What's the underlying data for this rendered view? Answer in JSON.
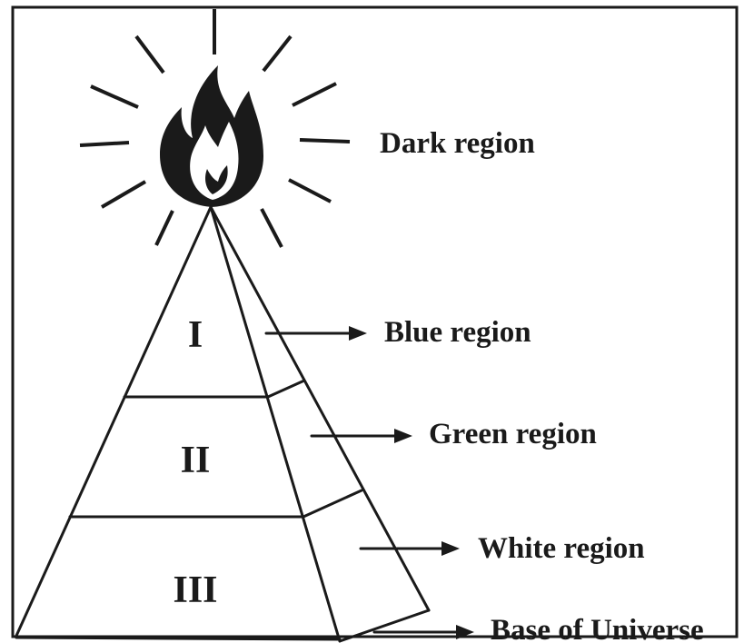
{
  "labels": {
    "dark": "Dark region",
    "blue": "Blue region",
    "green": "Green region",
    "white": "White region",
    "base": "Base of Universe"
  },
  "tiers": {
    "one": "I",
    "two": "II",
    "three": "III"
  },
  "icons": {
    "flame": "flame-icon",
    "rays": "light-rays"
  },
  "colors": {
    "ink": "#1a1a1a",
    "background": "#ffffff"
  }
}
